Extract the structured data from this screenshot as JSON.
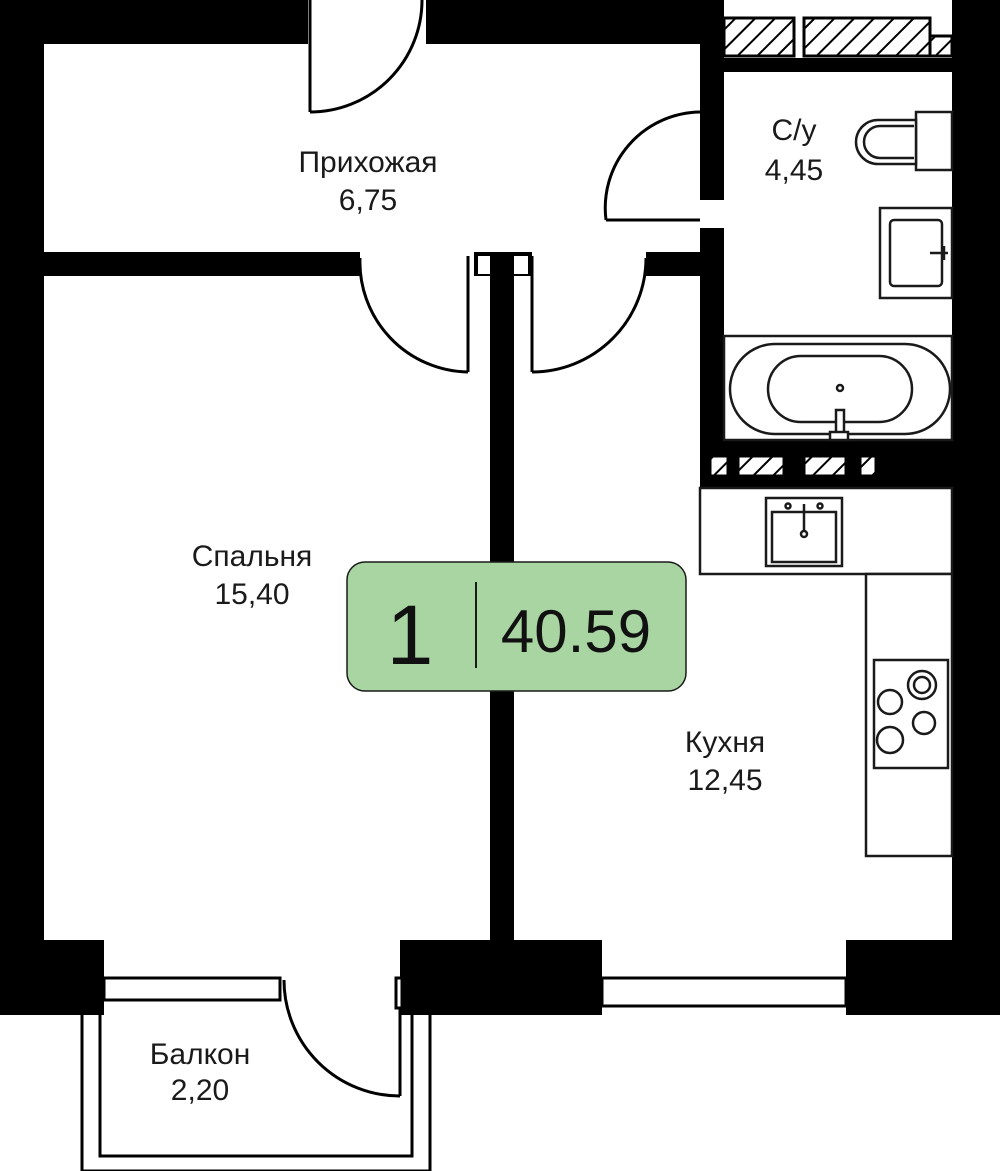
{
  "rooms": {
    "hallway": {
      "name": "Прихожая",
      "area": "6,75"
    },
    "bathroom": {
      "name": "С/у",
      "area": "4,45"
    },
    "bedroom": {
      "name": "Спальня",
      "area": "15,40"
    },
    "kitchen": {
      "name": "Кухня",
      "area": "12,45"
    },
    "balcony": {
      "name": "Балкон",
      "area": "2,20"
    }
  },
  "summary": {
    "rooms": "1",
    "total_area": "40.59"
  },
  "colors": {
    "wall": "#000000",
    "badge": "#a8d5a2",
    "line": "#1a1a1a"
  }
}
